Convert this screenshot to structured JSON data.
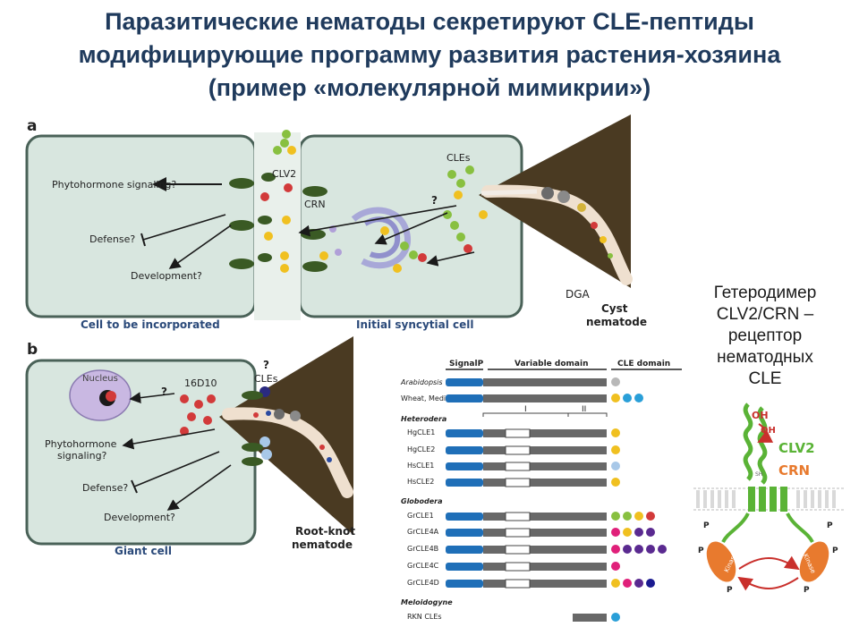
{
  "title": {
    "line1": "Паразитические нематоды секретируют CLE-пептиды",
    "line2": "модифицирующие программу развития растения-хозяина",
    "line3": "(пример «молекулярной мимикрии»)"
  },
  "panel_a": {
    "letter": "a",
    "left_cell_label": "Cell to be incorporated",
    "right_cell_label": "Initial syncytial cell",
    "nematode_label": "Cyst\nnematode",
    "nematode_line1": "Cyst",
    "nematode_line2": "nematode",
    "phytohormone": "Phytohormone signaling?",
    "defense": "Defense?",
    "development": "Development?",
    "clv2": "CLV2",
    "crn": "CRN",
    "cles": "CLEs",
    "question": "?",
    "dga": "DGA"
  },
  "panel_b": {
    "letter": "b",
    "cell_label": "Giant cell",
    "nucleus": "Nucleus",
    "gene": "16D10",
    "question": "?",
    "cles": "CLEs",
    "phytohormone_line1": "Phytohormone",
    "phytohormone_line2": "signaling?",
    "defense": "Defense?",
    "development": "Development?",
    "nematode_line1": "Root-knot",
    "nematode_line2": "nematode"
  },
  "domains": {
    "headers": [
      "SignalP",
      "Variable domain",
      "CLE domain"
    ],
    "bracket_labels": [
      "I",
      "II"
    ],
    "groups": [
      {
        "name": "",
        "rows": [
          "Arabidopsis",
          "Wheat, Medicago"
        ]
      },
      {
        "name": "Heterodera",
        "rows": [
          "HgCLE1",
          "HgCLE2",
          "HsCLE1",
          "HsCLE2"
        ]
      },
      {
        "name": "Globodera",
        "rows": [
          "GrCLE1",
          "GrCLE4A",
          "GrCLE4B",
          "GrCLE4C",
          "GrCLE4D"
        ]
      },
      {
        "name": "Meloidogyne",
        "rows": [
          "RKN CLEs"
        ]
      }
    ]
  },
  "receptor": {
    "caption_line1": "Гетеродимер",
    "caption_line2": "CLV2/CRN –",
    "caption_line3": "рецептор",
    "caption_line4": "нематодных",
    "caption_line5": "CLE",
    "clv2": "CLV2",
    "crn": "CRN",
    "oh": "OH",
    "sh": "SH",
    "kinase": "Kinase",
    "p": "P"
  },
  "colors": {
    "title": "#1f3a5c",
    "cell_fill": "#d8e6df",
    "cell_stroke": "#4a6258",
    "cell_label": "#2b4a7a",
    "nematode": "#4a3a22",
    "receptor_dark": "#3a5a24",
    "signalp": "#1f6fb8",
    "variable": "#686868",
    "clv2_green": "#5ab336",
    "crn_orange": "#e87a2e"
  }
}
